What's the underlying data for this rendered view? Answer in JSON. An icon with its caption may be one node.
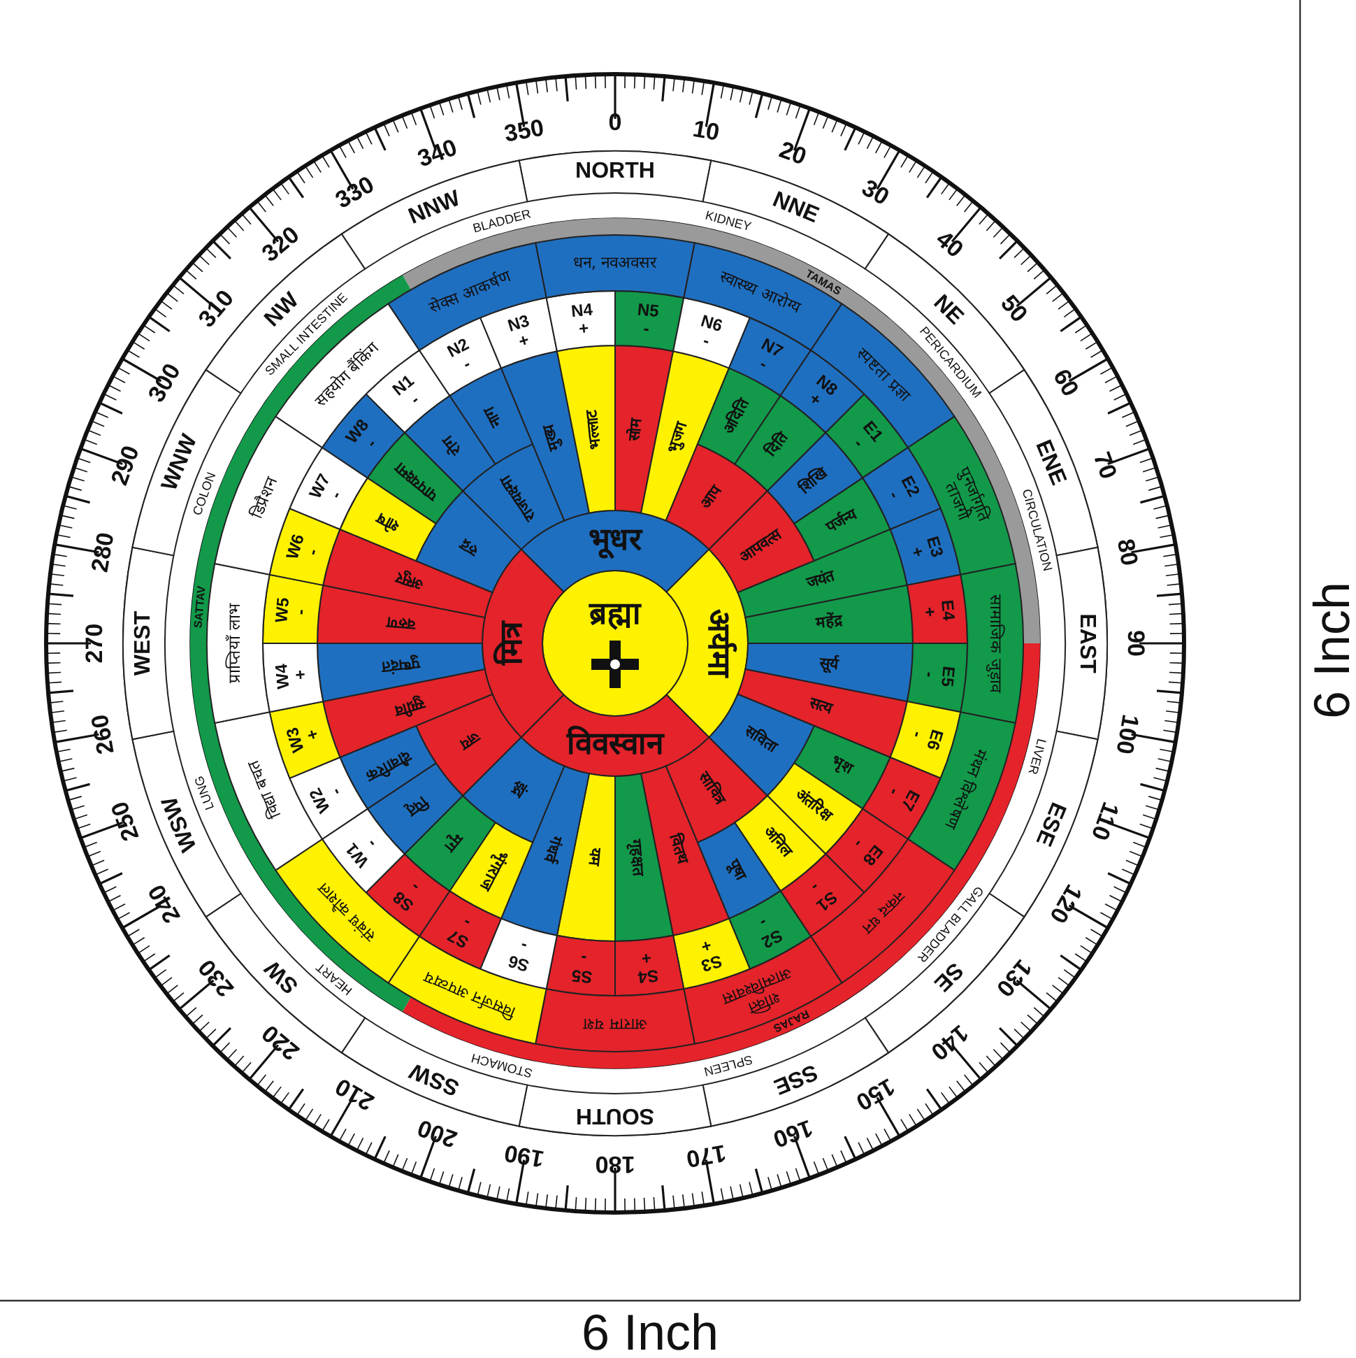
{
  "diagram": {
    "nodes": [
      {
        "text": [
          "ब्रह्मा"
        ]
      },
      {
        "text": [
          "भूधर"
        ]
      },
      {
        "text": [
          "अर्यमा"
        ]
      },
      {
        "text": [
          "विवस्वान"
        ]
      },
      {
        "text": [
          "मित्र"
        ]
      },
      {
        "text": [
          "रोग"
        ]
      },
      {
        "text": [
          "नाग"
        ]
      },
      {
        "text": [
          "राजयक्ष्मा"
        ]
      },
      {
        "text": [
          "मुख्य"
        ]
      },
      {
        "text": [
          "भल्लाट"
        ]
      },
      {
        "text": [
          "सोम"
        ]
      },
      {
        "text": [
          "भुजग"
        ]
      },
      {
        "text": [
          "अदिति"
        ]
      },
      {
        "text": [
          "दिति"
        ]
      },
      {
        "text": [
          "आप"
        ]
      },
      {
        "text": [
          "शिखि"
        ]
      },
      {
        "text": [
          "पर्जन्य"
        ]
      },
      {
        "text": [
          "आपवत्स"
        ]
      },
      {
        "text": [
          "जयंत"
        ]
      },
      {
        "text": [
          "महेंद्र"
        ]
      },
      {
        "text": [
          "सूर्य"
        ]
      },
      {
        "text": [
          "सत्य"
        ]
      },
      {
        "text": [
          "भृश"
        ]
      },
      {
        "text": [
          "अंतरिक्ष"
        ]
      },
      {
        "text": [
          "सविता"
        ]
      },
      {
        "text": [
          "अनिल"
        ]
      },
      {
        "text": [
          "पूषा"
        ]
      },
      {
        "text": [
          "सावित्र"
        ]
      },
      {
        "text": [
          "वितथ"
        ]
      },
      {
        "text": [
          "गृहक्षत"
        ]
      },
      {
        "text": [
          "यम"
        ]
      },
      {
        "text": [
          "गंधर्व"
        ]
      },
      {
        "text": [
          "भृंगराज"
        ]
      },
      {
        "text": [
          "मृग"
        ]
      },
      {
        "text": [
          "इंद्र"
        ]
      },
      {
        "text": [
          "पितृ"
        ]
      },
      {
        "text": [
          "दौवारिक"
        ]
      },
      {
        "text": [
          "जय"
        ]
      },
      {
        "text": [
          "सुग्रीव"
        ]
      },
      {
        "text": [
          "पुष्पदंत"
        ]
      },
      {
        "text": [
          "वरुण"
        ]
      },
      {
        "text": [
          "असुर"
        ]
      },
      {
        "text": [
          "शोष"
        ]
      },
      {
        "text": [
          "पापयक्ष्मा"
        ]
      },
      {
        "text": [
          "रुद्र"
        ]
      },
      {
        "text": [
          "N1",
          "-"
        ]
      },
      {
        "text": [
          "N2",
          "-"
        ]
      },
      {
        "text": [
          "N3",
          "+"
        ]
      },
      {
        "text": [
          "N4",
          "+"
        ]
      },
      {
        "text": [
          "N5",
          "-"
        ]
      },
      {
        "text": [
          "N6",
          "-"
        ]
      },
      {
        "text": [
          "N7",
          "-"
        ]
      },
      {
        "text": [
          "N8",
          "+"
        ]
      },
      {
        "text": [
          "E1",
          "-"
        ]
      },
      {
        "text": [
          "E2",
          "-"
        ]
      },
      {
        "text": [
          "E3",
          "+"
        ]
      },
      {
        "text": [
          "E4",
          "+"
        ]
      },
      {
        "text": [
          "E5",
          "-"
        ]
      },
      {
        "text": [
          "E6",
          "-"
        ]
      },
      {
        "text": [
          "E7",
          "-"
        ]
      },
      {
        "text": [
          "E8",
          "-"
        ]
      },
      {
        "text": [
          "S1",
          "-"
        ]
      },
      {
        "text": [
          "S2",
          "-"
        ]
      },
      {
        "text": [
          "S3",
          "+"
        ]
      },
      {
        "text": [
          "S4",
          "+"
        ]
      },
      {
        "text": [
          "S5",
          "-"
        ]
      },
      {
        "text": [
          "S6",
          "-"
        ]
      },
      {
        "text": [
          "S7",
          "-"
        ]
      },
      {
        "text": [
          "S8",
          "-"
        ]
      },
      {
        "text": [
          "W1",
          "-"
        ]
      },
      {
        "text": [
          "W2",
          "-"
        ]
      },
      {
        "text": [
          "W3",
          "+"
        ]
      },
      {
        "text": [
          "W4",
          "+"
        ]
      },
      {
        "text": [
          "W5",
          "-"
        ]
      },
      {
        "text": [
          "W6",
          "-"
        ]
      },
      {
        "text": [
          "W7",
          "-"
        ]
      },
      {
        "text": [
          "W8",
          "-"
        ]
      },
      {
        "text": [
          "धन, नवअवसर"
        ]
      },
      {
        "text": [
          "स्वास्थ्य आरोग्य"
        ]
      },
      {
        "text": [
          "स्पष्टता प्रज्ञा"
        ]
      },
      {
        "text": [
          "पुनर्जागृति ताजगी"
        ]
      },
      {
        "text": [
          "सामाजिक जुड़ाव"
        ]
      },
      {
        "text": [
          "मंथन विश्लेषण"
        ]
      },
      {
        "text": [
          "नकद धन"
        ]
      },
      {
        "text": [
          "शक्ति आत्मविश्वास"
        ]
      },
      {
        "text": [
          "आराम यश"
        ]
      },
      {
        "text": [
          "विसर्जन अपव्यय"
        ]
      },
      {
        "text": [
          "संबंध कौशल"
        ]
      },
      {
        "text": [
          "विद्या बचत"
        ]
      },
      {
        "text": [
          "प्राप्तियाँ लाभ"
        ]
      },
      {
        "text": [
          "डिप्रैशन"
        ]
      },
      {
        "text": [
          "सहयोग बैंकिंग"
        ]
      },
      {
        "text": [
          "सेक्स आकर्षण"
        ]
      },
      {
        "text": [
          "NORTH"
        ]
      },
      {
        "text": [
          "NNE"
        ]
      },
      {
        "text": [
          "NE"
        ]
      },
      {
        "text": [
          "ENE"
        ]
      },
      {
        "text": [
          "EAST"
        ]
      },
      {
        "text": [
          "ESE"
        ]
      },
      {
        "text": [
          "SE"
        ]
      },
      {
        "text": [
          "SSE"
        ]
      },
      {
        "text": [
          "SOUTH"
        ]
      },
      {
        "text": [
          "SSW"
        ]
      },
      {
        "text": [
          "SW"
        ]
      },
      {
        "text": [
          "WSW"
        ]
      },
      {
        "text": [
          "WEST"
        ]
      },
      {
        "text": [
          "WNW"
        ]
      },
      {
        "text": [
          "NW"
        ]
      },
      {
        "text": [
          "NNW"
        ]
      }
    ],
    "labels": [
      "0",
      "10",
      "20",
      "30",
      "40",
      "50",
      "60",
      "70",
      "80",
      "90",
      "100",
      "110",
      "120",
      "130",
      "140",
      "150",
      "160",
      "170",
      "180",
      "190",
      "200",
      "210",
      "220",
      "230",
      "240",
      "250",
      "260",
      "270",
      "280",
      "290",
      "300",
      "310",
      "320",
      "330",
      "340",
      "350",
      "KIDNEY",
      "TAMAS",
      "PERICARDIUM",
      "CIRCULATION",
      "LIVER",
      "GALL BLADDER",
      "RAJAS",
      "SPLEEN",
      "STOMACH",
      "HEART",
      "LUNG",
      "SATTAV",
      "COLON",
      "SMALL INTESTINE",
      "BLADDER",
      "6 Inch",
      "6 Inch"
    ]
  }
}
